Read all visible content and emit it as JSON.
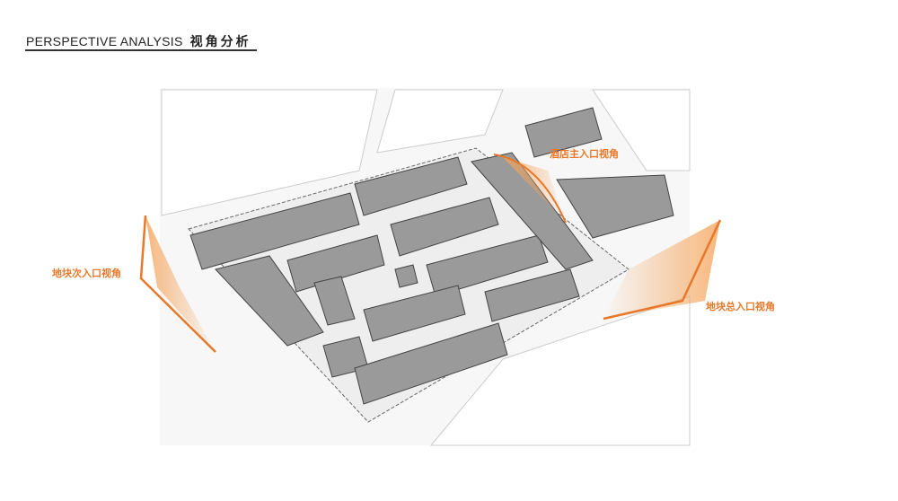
{
  "header": {
    "title_en": "PERSPECTIVE ANALYSIS",
    "title_cn": "视角分析"
  },
  "viewpoints": [
    {
      "label": "酒店主入口视角"
    },
    {
      "label": "地块次入口视角"
    },
    {
      "label": "地块总入口视角"
    }
  ],
  "colors": {
    "accent": "#e8782a",
    "building": "#9a9a9a",
    "line": "#555555"
  }
}
